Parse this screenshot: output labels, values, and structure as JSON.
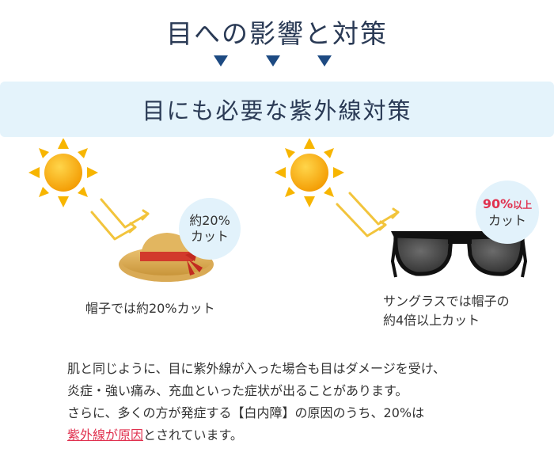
{
  "header": {
    "title": "目への影響と対策",
    "banner": "目にも必要な紫外線対策"
  },
  "colors": {
    "title_text": "#2a3a55",
    "arrow": "#1d4a82",
    "banner_bg": "#e4f3fb",
    "bubble_bg": "#e2f2fb",
    "highlight": "#e0314f",
    "sun": "#f7b500",
    "rays": "#f2c43c"
  },
  "left_panel": {
    "icons": [
      "sun-icon",
      "uv-rays-icon",
      "straw-hat-icon"
    ],
    "bubble_line1": "約20%",
    "bubble_line2": "カット",
    "caption": "帽子では約20%カット"
  },
  "right_panel": {
    "icons": [
      "sun-icon",
      "uv-rays-icon",
      "sunglasses-icon"
    ],
    "bubble_pct": "90%",
    "bubble_suffix": "以上",
    "bubble_line2": "カット",
    "caption_line1": "サングラスでは帽子の",
    "caption_line2": "約4倍以上カット"
  },
  "body": {
    "line1": "肌と同じように、目に紫外線が入った場合も目はダメージを受け、",
    "line2": "炎症・強い痛み、充血といった症状が出ることがあります。",
    "line3": "さらに、多くの方が発症する【白内障】の原因のうち、20%は",
    "line4_highlight": "紫外線が原因",
    "line4_rest": "とされています。"
  }
}
